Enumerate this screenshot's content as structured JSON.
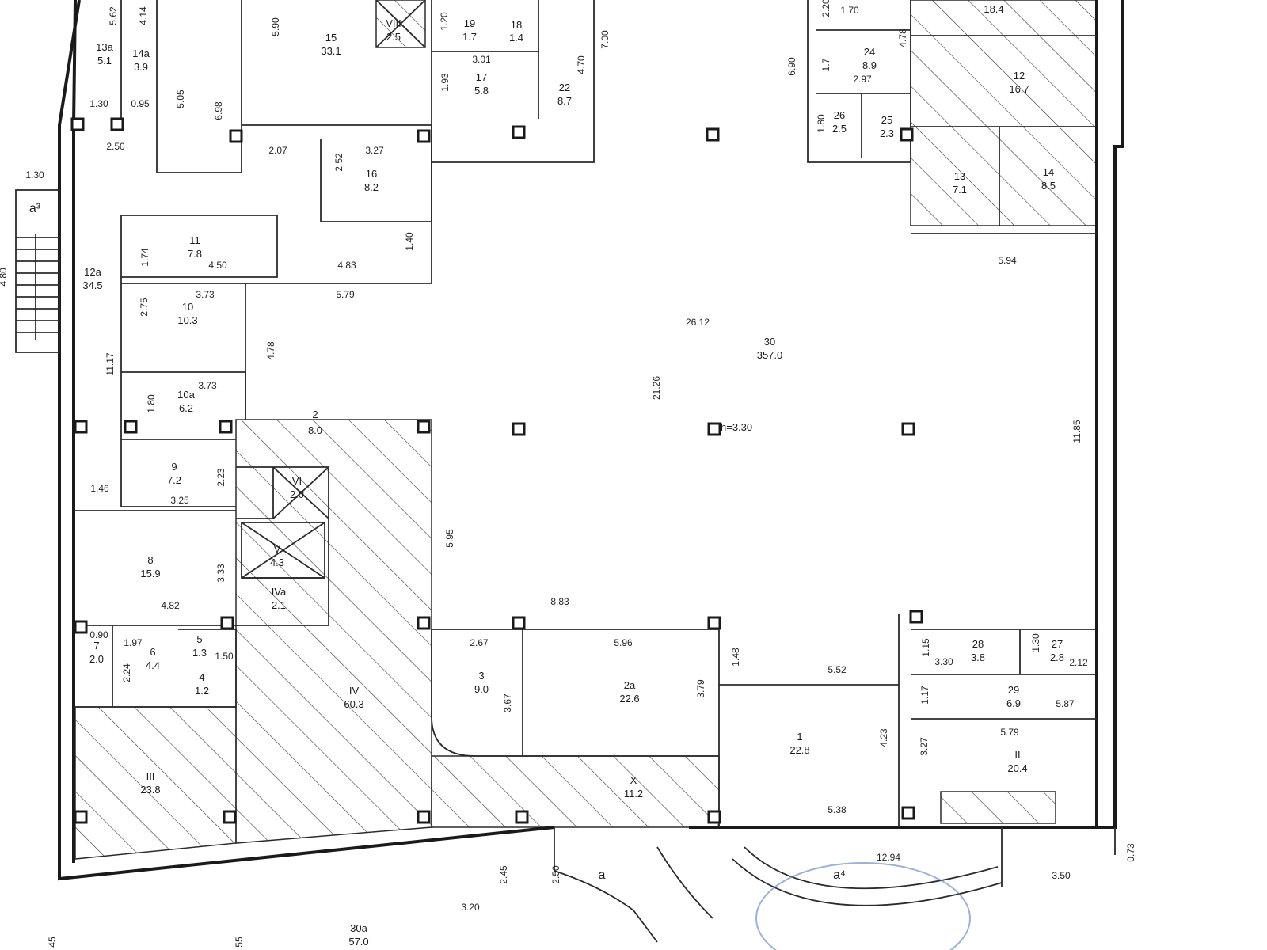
{
  "plan": {
    "ceiling_height": "h=3.30",
    "rooms": [
      {
        "no": "1",
        "area": "22.8"
      },
      {
        "no": "2",
        "area": "8.0"
      },
      {
        "no": "2a",
        "area": "22.6"
      },
      {
        "no": "3",
        "area": "9.0"
      },
      {
        "no": "4",
        "area": "1.2"
      },
      {
        "no": "5",
        "area": "1.3"
      },
      {
        "no": "6",
        "area": "4.4"
      },
      {
        "no": "7",
        "area": "2.0"
      },
      {
        "no": "8",
        "area": "15.9"
      },
      {
        "no": "9",
        "area": "7.2"
      },
      {
        "no": "10",
        "area": "10.3"
      },
      {
        "no": "10a",
        "area": "6.2"
      },
      {
        "no": "11",
        "area": "7.8"
      },
      {
        "no": "12",
        "area": "16.7"
      },
      {
        "no": "12a",
        "area": "34.5"
      },
      {
        "no": "13",
        "area": "7.1"
      },
      {
        "no": "13a",
        "area": "5.1"
      },
      {
        "no": "14",
        "area": "8.5"
      },
      {
        "no": "14a",
        "area": "3.9"
      },
      {
        "no": "15",
        "area": "33.1"
      },
      {
        "no": "16",
        "area": "8.2"
      },
      {
        "no": "17",
        "area": "5.8"
      },
      {
        "no": "18",
        "area": "1.4"
      },
      {
        "no": "19",
        "area": "1.7"
      },
      {
        "no": "22",
        "area": "8.7"
      },
      {
        "no": "24",
        "area": "8.9"
      },
      {
        "no": "25",
        "area": "2.3"
      },
      {
        "no": "26",
        "area": "2.5"
      },
      {
        "no": "27",
        "area": "2.8"
      },
      {
        "no": "28",
        "area": "3.8"
      },
      {
        "no": "29",
        "area": "6.9"
      },
      {
        "no": "30",
        "area": "357.0"
      },
      {
        "no": "30a",
        "area": "57.0"
      },
      {
        "no": "II",
        "area": "20.4"
      },
      {
        "no": "III",
        "area": "23.8"
      },
      {
        "no": "IV",
        "area": "60.3"
      },
      {
        "no": "IVa",
        "area": "2.1"
      },
      {
        "no": "V",
        "area": "4.3"
      },
      {
        "no": "VI",
        "area": "2.0"
      },
      {
        "no": "VIII",
        "area": "2.5"
      },
      {
        "no": "X",
        "area": "11.2"
      },
      {
        "no": "",
        "area": "18.4"
      }
    ],
    "dimensions": [
      "5.62",
      "4.14",
      "5.90",
      "1.20",
      "7.00",
      "4.70",
      "3.01",
      "1.93",
      "1.30",
      "0.95",
      "5.05",
      "6.98",
      "2.50",
      "2.07",
      "3.27",
      "2.52",
      "1.40",
      "1.30",
      "1.74",
      "4.50",
      "4.83",
      "5.79",
      "3.73",
      "2.75",
      "4.78",
      "11.17",
      "3.73",
      "1.80",
      "1.46",
      "2.23",
      "3.25",
      "3.33",
      "4.82",
      "0.90",
      "1.97",
      "2.24",
      "1.50",
      "5.95",
      "8.83",
      "2.67",
      "5.96",
      "3.67",
      "3.79",
      "1.48",
      "5.52",
      "1.15",
      "3.30",
      "1.30",
      "2.12",
      "1.17",
      "5.87",
      "4.23",
      "3.27",
      "5.79",
      "5.38",
      "12.94",
      "0.73",
      "3.50",
      "2.45",
      "2.50",
      "3.20",
      "26.12",
      "21.26",
      "11.85",
      "5.94",
      "1.70",
      "4.78",
      "6.90",
      "1.7",
      "2.97",
      "1.80",
      "2.20"
    ],
    "exits": [
      "a³",
      "a",
      "a⁴"
    ],
    "annotations": [
      "4.80",
      "45",
      "55"
    ]
  }
}
